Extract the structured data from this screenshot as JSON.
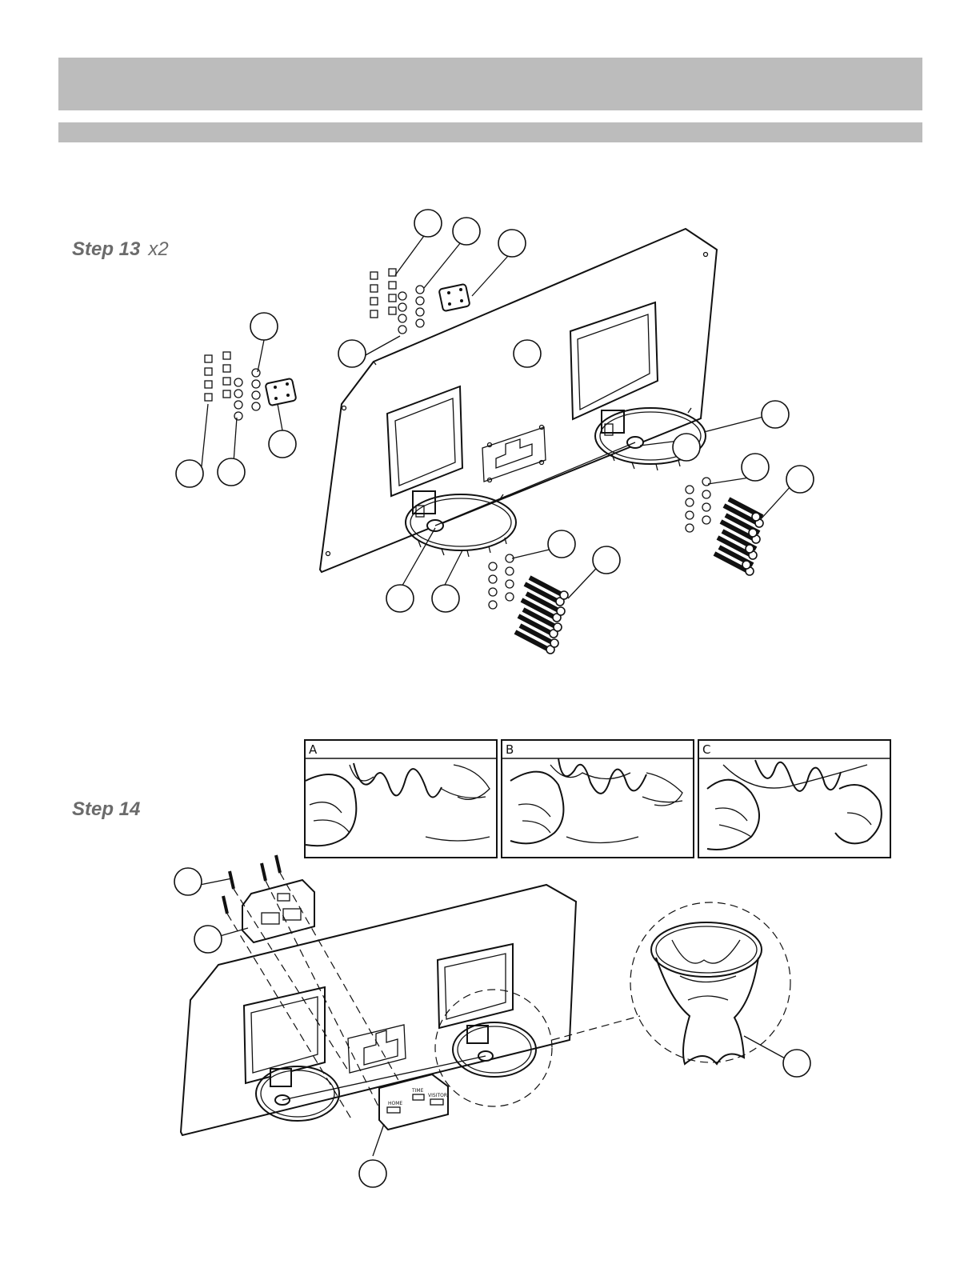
{
  "steps": [
    {
      "title": "Step 13",
      "multiplier": "x2"
    },
    {
      "title": "Step 14",
      "multiplier": ""
    }
  ],
  "insets": [
    {
      "letter": "A"
    },
    {
      "letter": "B"
    },
    {
      "letter": "C"
    }
  ],
  "panel_labels": [
    "HOME",
    "TIME",
    "VISITOR"
  ]
}
